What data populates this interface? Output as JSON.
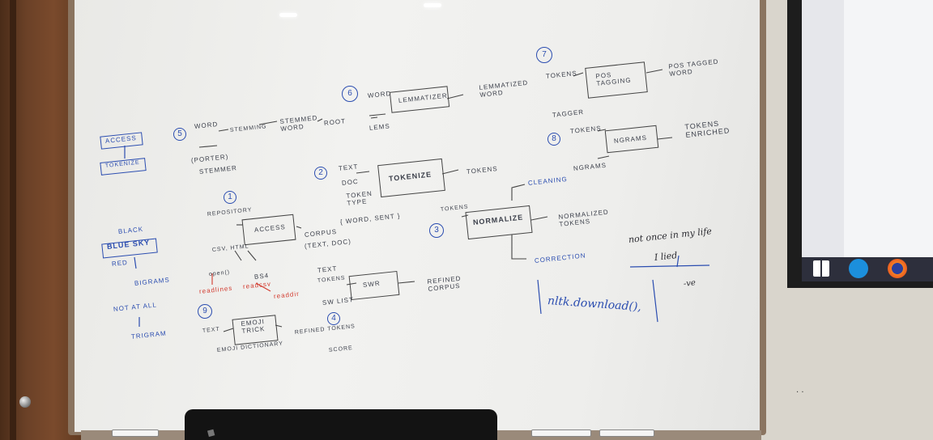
{
  "whiteboard": {
    "left_list": {
      "access": "ACCESS",
      "tokenize": "TOKENIZE",
      "black": "BLACK",
      "blue_sky": "BLUE SKY",
      "red": "RED",
      "bigrams": "BIGRAMS",
      "not_at_all": "NOT AT ALL",
      "trigram": "TRIGRAM"
    },
    "step5": {
      "num": "5",
      "word": "WORD",
      "stemming": "STEMMING",
      "stemmed_word": "STEMMED WORD",
      "root": "ROOT",
      "porter": "(PORTER)",
      "stemmer": "STEMMER"
    },
    "step6": {
      "num": "6",
      "word": "WORD",
      "lemmatizer": "LEMMATIZER",
      "lemmatized_word": "LEMMATIZED WORD",
      "lems": "LEMS"
    },
    "step7": {
      "num": "7",
      "tokens": "TOKENS",
      "pos_tagging": "POS TAGGING",
      "pos_tagged_word": "POS TAGGED WORD",
      "tagger": "TAGGER"
    },
    "step8": {
      "num": "8",
      "tokens": "TOKENS",
      "ngrams_box": "NGRAMS",
      "tokens_enriched": "TOKENS ENRICHED",
      "ngrams": "NGRAMS"
    },
    "step2": {
      "num": "2",
      "text": "TEXT",
      "doc": "DOC",
      "token_type": "TOKEN TYPE",
      "tokenize": "TOKENIZE",
      "tokens": "TOKENS",
      "word_sent": "{ WORD, SENT }"
    },
    "step1": {
      "num": "1",
      "repository": "REPOSITORY",
      "access": "ACCESS",
      "corpus": "CORPUS",
      "text_doc": "(TEXT, DOC)",
      "csv_html": "CSV, HTML",
      "open": "open()",
      "bs4": "BS4",
      "readlines": "readlines",
      "readcsv": "readcsv",
      "readdir": "readdir"
    },
    "step3": {
      "num": "3",
      "tokens": "TOKENS",
      "normalize": "NORMALIZE",
      "normalized_tokens": "NORMALIZED TOKENS",
      "cleaning": "CLEANING",
      "correction": "CORRECTION"
    },
    "step4": {
      "num": "4",
      "text": "TEXT",
      "tokens": "TOKENS",
      "swr": "SWR",
      "sw_list": "SW LIST",
      "refined_corpus": "REFINED CORPUS"
    },
    "step9": {
      "num": "9",
      "text": "TEXT",
      "emoji_trick": "EMOJI TRICK",
      "emoji_dictionary": "EMOJI DICTIONARY",
      "refined_tokens": "REFINED TOKENS",
      "score": "SCORE"
    },
    "sentiment": {
      "line1": "not once in my life",
      "line2": "I lied",
      "line3": "-ve"
    },
    "nltk": "nltk.download(),"
  },
  "colors": {
    "ink_black": "#3b3f4a",
    "ink_blue": "#2b4db0",
    "ink_red": "#d23a2e"
  }
}
